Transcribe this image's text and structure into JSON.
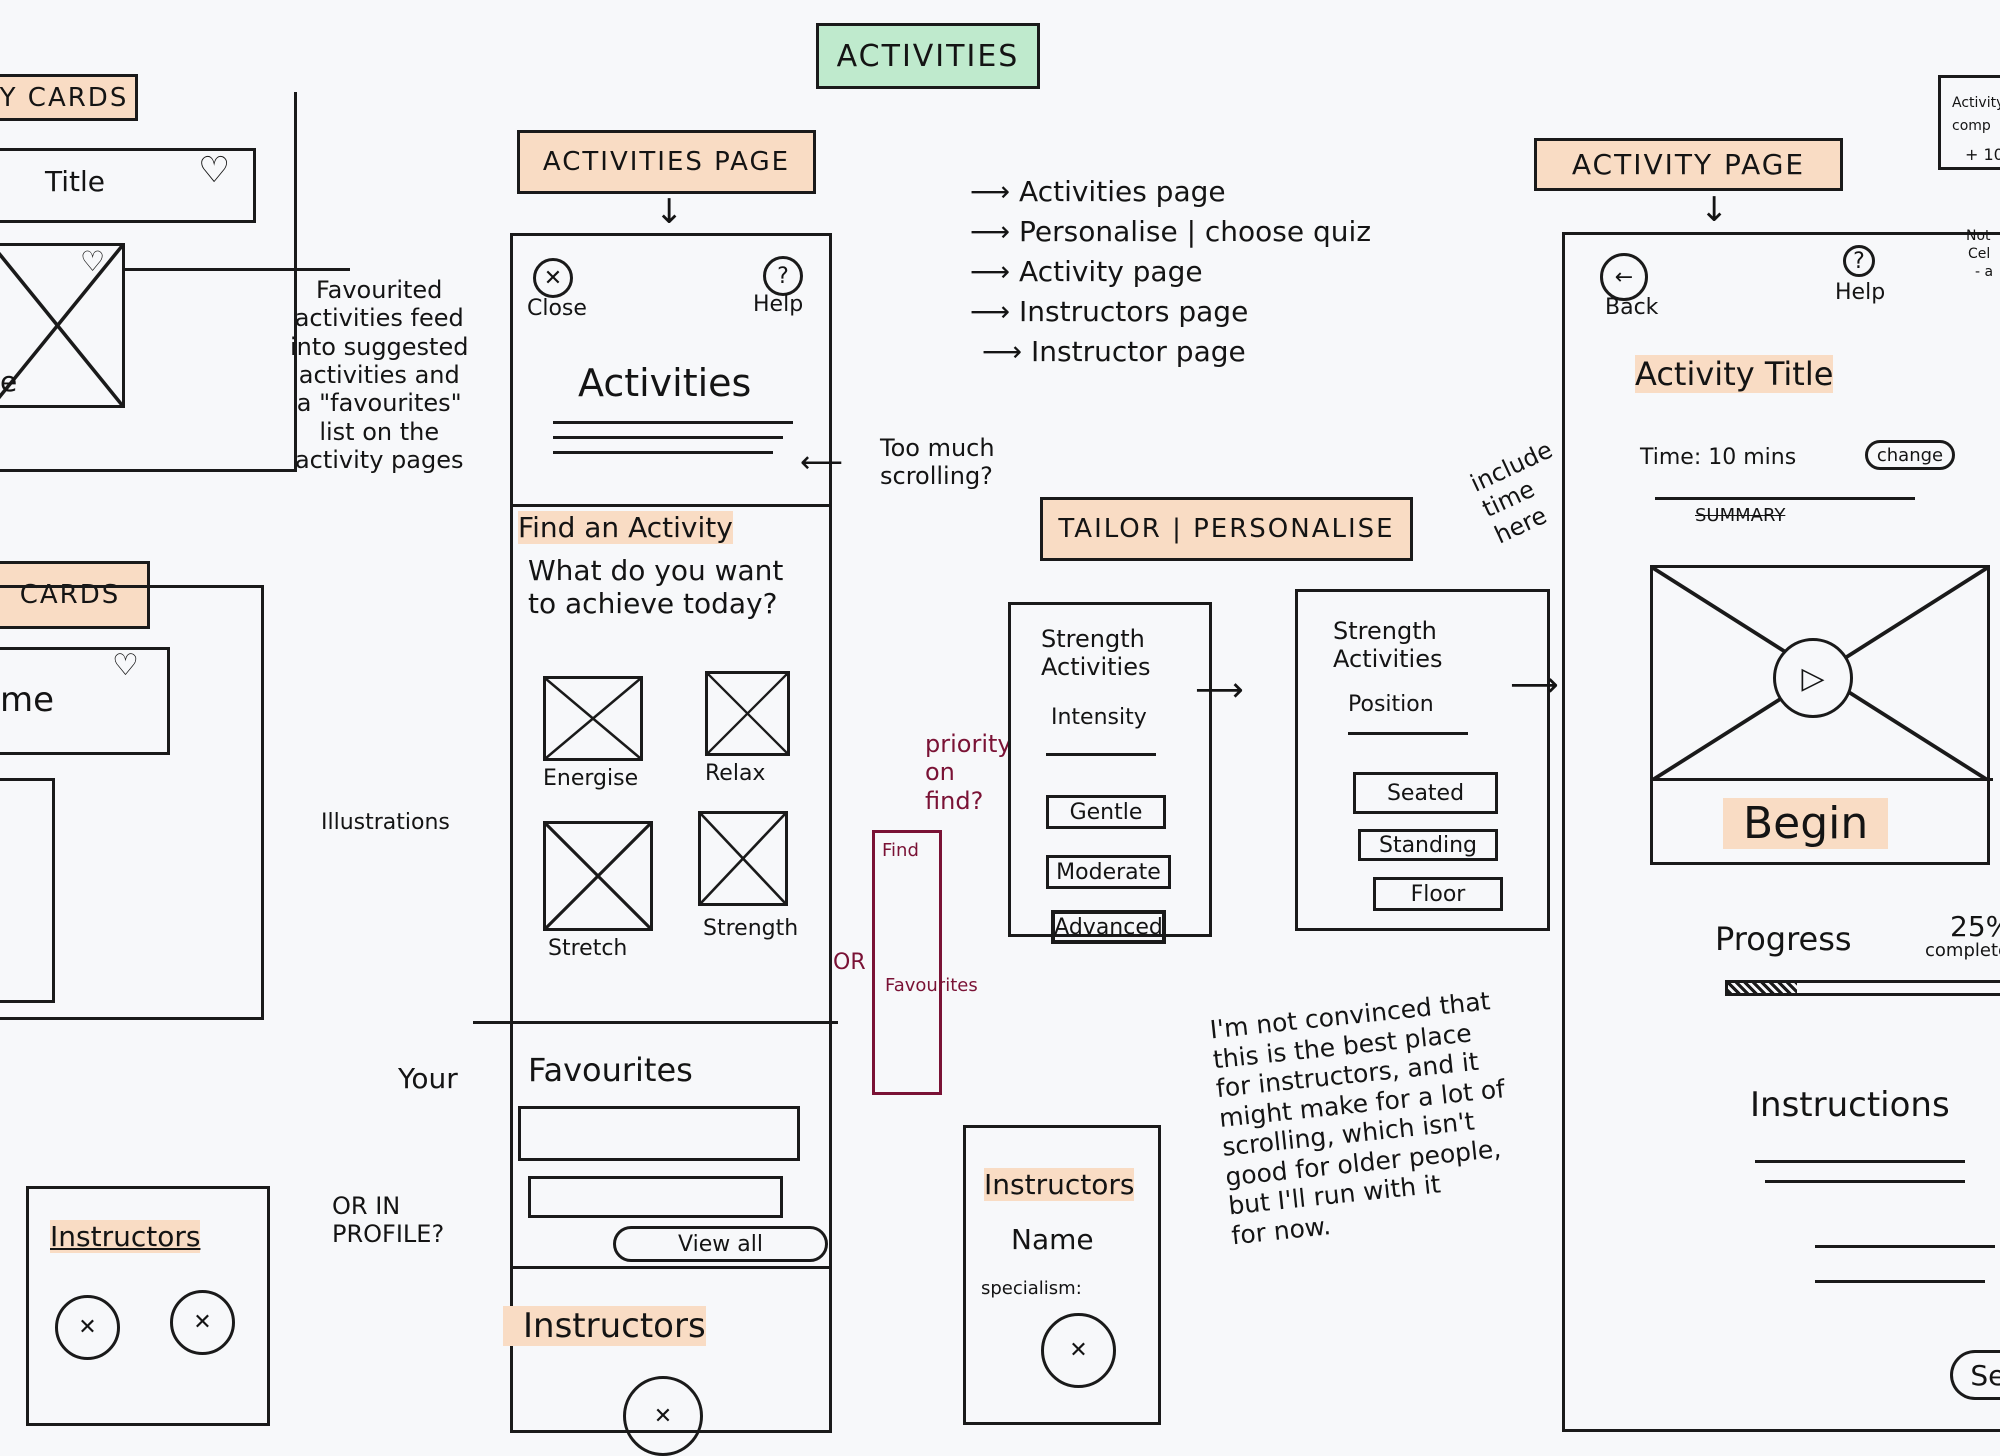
{
  "section_title": "Activities",
  "left_cards": {
    "label_top": "y cards",
    "card_title": "Title",
    "partial_text": "e",
    "label_mid": "cards",
    "card_name": "me",
    "label_instructors": "Instructors"
  },
  "annotations": {
    "favourites_note": "Favourited\nactivities feed\ninto suggested\nactivities and\na \"favourites\"\nlist on the\nactivity pages",
    "illustrations": "Illustrations",
    "your": "Your",
    "or_in_profile": "OR IN\nPROFILE?",
    "too_much_scrolling": "Too much\nscrolling?",
    "include_time": "include\ntime\nhere",
    "priority_on_find": "priority\non\nfind?",
    "or": "OR",
    "find": "Find",
    "favourites_small": "Favourites",
    "instructors_comment": "I'm not convinced that\nthis is the best place\nfor instructors, and it\nmight make for a lot of\nscrolling, which isn't\ngood for older people,\nbut I'll run with it\nfor now."
  },
  "flow_links": [
    "Activities page",
    "Personalise | choose quiz",
    "Activity page",
    "Instructors page",
    "Instructor page"
  ],
  "activities_page": {
    "label": "Activities page",
    "close": "Close",
    "help": "Help",
    "title": "Activities",
    "find_heading": "Find an Activity",
    "question": "What do you want to achieve today?",
    "tiles": [
      "Energise",
      "Relax",
      "Stretch",
      "Strength"
    ],
    "favourites_heading": "Favourites",
    "view_all": "View all",
    "instructors_heading": "Instructors"
  },
  "tailor": {
    "label": "Tailor | Personalise",
    "screen1": {
      "title": "Strength Activities",
      "question": "Intensity",
      "options": [
        "Gentle",
        "Moderate",
        "Advanced"
      ]
    },
    "screen2": {
      "title": "Strength Activities",
      "question": "Position",
      "options": [
        "Seated",
        "Standing",
        "Floor"
      ]
    }
  },
  "instructor_card": {
    "heading": "Instructors",
    "name": "Name",
    "specialism": "specialism:"
  },
  "activity_page": {
    "label": "Activity page",
    "back": "Back",
    "help": "Help",
    "title": "Activity Title",
    "time": "Time: 10 mins",
    "change": "change",
    "summary": "Summary",
    "begin": "Begin",
    "progress": "Progress",
    "progress_value": "25%",
    "progress_caption": "complete",
    "progress_fraction": 0.25,
    "instructions": "Instructions",
    "see": "See"
  },
  "right_edge": {
    "line1": "Activity",
    "line2": "comp",
    "line3": "+ 10",
    "line4": "Not",
    "line5": "Cel",
    "line6": "- a"
  }
}
